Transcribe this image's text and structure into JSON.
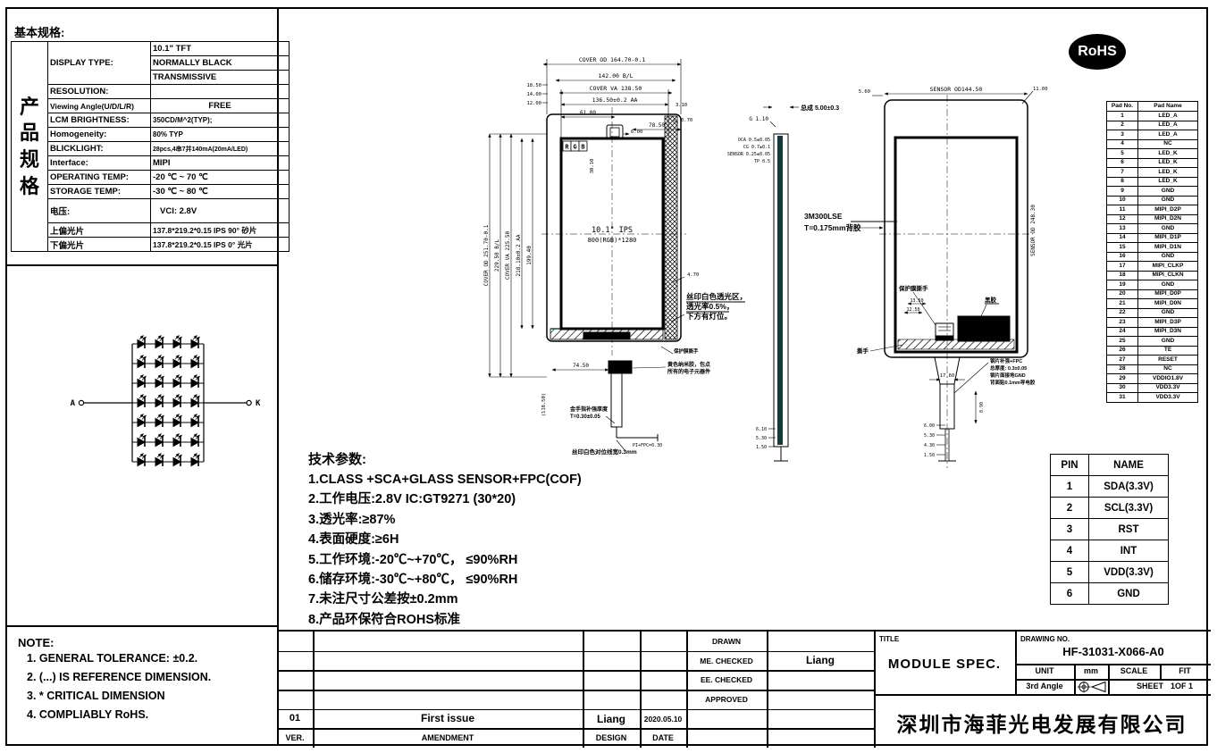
{
  "header": {
    "heading": "基本规格:"
  },
  "spec_table": {
    "side_label": [
      "产",
      "品",
      "规",
      "格"
    ],
    "rows": [
      {
        "label": "DISPLAY TYPE:",
        "value": "10.1\" TFT"
      },
      {
        "label": "",
        "value": "NORMALLY BLACK"
      },
      {
        "label": "",
        "value": "TRANSMISSIVE"
      },
      {
        "label": "RESOLUTION:",
        "value": ""
      },
      {
        "label": "Viewing Angle(U/D/L/R)",
        "value": "FREE"
      },
      {
        "label": "LCM BRIGHTNESS:",
        "value": "350CD/M^2(TYP);"
      },
      {
        "label": "Homogeneity:",
        "value": "80% TYP"
      },
      {
        "label": "BLICKLIGHT:",
        "value": "28pcs,4串7并140mA(20mA/LED)"
      },
      {
        "label": "Interface:",
        "value": "MIPI"
      },
      {
        "label": "OPERATING TEMP:",
        "value": "-20 ℃ ~ 70 ℃"
      },
      {
        "label": "STORAGE TEMP:",
        "value": "-30 ℃ ~ 80 ℃"
      },
      {
        "label": "电压:",
        "value": "VCI: 2.8V"
      },
      {
        "label": "上偏光片",
        "value": "137.8*219.2*0.15 IPS 90° 砂片"
      },
      {
        "label": "下偏光片",
        "value": "137.8*219.2*0.15 IPS 0° 光片"
      }
    ]
  },
  "led_diagram": {
    "anode": "A",
    "cathode": "K"
  },
  "notes": {
    "title": "NOTE:",
    "items": [
      "1. GENERAL TOLERANCE: ±0.2.",
      "2. (...) IS REFERENCE DIMENSION.",
      "3. * CRITICAL DIMENSION",
      "4. COMPLIABLY RoHS."
    ]
  },
  "tech_params": {
    "title": "技术参数:",
    "items": [
      "1.CLASS +SCA+GLASS SENSOR+FPC(COF)",
      "2.工作电压:2.8V  IC:GT9271 (30*20)",
      "3.透光率:≥87%",
      "4.表面硬度:≥6H",
      "5.工作环境:-20℃~+70℃， ≤90%RH",
      "6.储存环境:-30℃~+80℃， ≤90%RH",
      "7.未注尺寸公差按±0.2mm",
      "8.产品环保符合ROHS标准"
    ]
  },
  "rohs_logo": "RoHS",
  "front_view": {
    "dim_cover_od": "COVER OD 164.70-0.1",
    "dim_bl": "142.00 B/L",
    "dim_cover_va": "COVER VA 138.50",
    "dim_aa": "136.50±0.2 AA",
    "dim_aa_right": "3.10",
    "dim_61": "61.00",
    "dim_785": "78.50",
    "dim_notch": "6.00",
    "dim_l1": "18.50",
    "dim_l2": "14.00",
    "dim_l3": "12.00",
    "dim_hatch": "0.70",
    "dim_hatch2": "4.70",
    "vdim_cover_od": "COVER OD 251.70-0.1",
    "vdim_bl": "229.50 B/L",
    "vdim_cover_va": "COVER VA 225.50",
    "vdim_aa": "218.10±0.2 AA",
    "vdim_inner": "199.40",
    "vdim_notch": "30.10",
    "vdim_tail": "(118.50)",
    "dim_tail_x": "74.50",
    "dim_fpc": "PI+FPC=0.30",
    "rgb": [
      "R",
      "G",
      "B"
    ],
    "panel_line1": "10.1\" IPS",
    "panel_line2": "800(RGB)*1280",
    "ann_translucent_1": "丝印白色透光区，",
    "ann_translucent_2": "透光率0.5%，",
    "ann_translucent_3": "下方有灯位。",
    "ann_nano_1": "黄色纳米胶，包点",
    "ann_nano_2": "所有的电子元器件",
    "ann_gf_1": "金手指补强厚度",
    "ann_gf_2": "T=0.30±0.05",
    "ann_align": "丝印白色对位线宽0.3mm",
    "ann_tab": "保护膜撕手"
  },
  "side_view": {
    "ann_total": "总成 5.00±0.3",
    "ann_glass": "G 1.10",
    "stack_1": "OCA 0.5±0.05",
    "stack_2": "CG 0.7±0.1",
    "stack_3": "SENSOR 0.25±0.05",
    "stack_4": "TP 0.5",
    "bd_1": "6.10",
    "bd_2": "5.30",
    "bd_3": "1.50"
  },
  "back_view": {
    "dim_left": "5.60",
    "dim_sensor_od": "SENSOR OD144.50",
    "dim_right": "11.00",
    "vdim_right": "SENSOR OD 248.30",
    "ann_3m_1": "3M300LSE",
    "ann_3m_2": "T=0.175mm背胶",
    "ann_tab": "保护膜撕手",
    "ann_black": "黑胶",
    "ann_tear": "撕手",
    "dim_tab1": "13.50",
    "dim_tab2": "12.50",
    "dim_fpc_w": "17.60",
    "vdim_tail": "8.90",
    "steel_1": "钢片补强+FPC",
    "steel_2": "总厚度: 0.3±0.05",
    "steel_3": "钢片面接地GND",
    "steel_4": "背面贴0.1mm导电胶",
    "bd_1": "6.00",
    "bd_2": "5.30",
    "bd_3": "4.30",
    "bd_4": "1.50"
  },
  "pad_table": {
    "headers": [
      "Pad No.",
      "Pad Name"
    ],
    "rows": [
      [
        "1",
        "LED_A"
      ],
      [
        "2",
        "LED_A"
      ],
      [
        "3",
        "LED_A"
      ],
      [
        "4",
        "NC"
      ],
      [
        "5",
        "LED_K"
      ],
      [
        "6",
        "LED_K"
      ],
      [
        "7",
        "LED_K"
      ],
      [
        "8",
        "LED_K"
      ],
      [
        "9",
        "GND"
      ],
      [
        "10",
        "GND"
      ],
      [
        "11",
        "MIPI_D2P"
      ],
      [
        "12",
        "MIPI_D2N"
      ],
      [
        "13",
        "GND"
      ],
      [
        "14",
        "MIPI_D1P"
      ],
      [
        "15",
        "MIPI_D1N"
      ],
      [
        "16",
        "GND"
      ],
      [
        "17",
        "MIPI_CLKP"
      ],
      [
        "18",
        "MIPI_CLKN"
      ],
      [
        "19",
        "GND"
      ],
      [
        "20",
        "MIPI_D0P"
      ],
      [
        "21",
        "MIPI_D0N"
      ],
      [
        "22",
        "GND"
      ],
      [
        "23",
        "MIPI_D3P"
      ],
      [
        "24",
        "MIPI_D3N"
      ],
      [
        "25",
        "GND"
      ],
      [
        "26",
        "TE"
      ],
      [
        "27",
        "RESET"
      ],
      [
        "28",
        "NC"
      ],
      [
        "29",
        "VDDIO1.8V"
      ],
      [
        "30",
        "VDD3.3V"
      ],
      [
        "31",
        "VDD3.3V"
      ]
    ]
  },
  "pin_table": {
    "headers": [
      "PIN",
      "NAME"
    ],
    "rows": [
      [
        "1",
        "SDA(3.3V)"
      ],
      [
        "2",
        "SCL(3.3V)"
      ],
      [
        "3",
        "RST"
      ],
      [
        "4",
        "INT"
      ],
      [
        "5",
        "VDD(3.3V)"
      ],
      [
        "6",
        "GND"
      ]
    ]
  },
  "revision_table": {
    "rev": "01",
    "amendment": "First issue",
    "designer": "Liang",
    "date": "2020.05.10",
    "footer": [
      "VER.",
      "AMENDMENT",
      "DESIGN",
      "DATE"
    ]
  },
  "approvals": {
    "labels": [
      "DRAWN",
      "ME. CHECKED",
      "EE. CHECKED",
      "APPROVED"
    ],
    "me_checked_value": "Liang"
  },
  "title_block": {
    "title_label": "TITLE",
    "title": "MODULE SPEC.",
    "drawing_no_label": "DRAWING NO.",
    "drawing_no": "HF-31031-X066-A0",
    "unit_label": "UNIT",
    "unit": "mm",
    "scale_label": "SCALE",
    "scale": "FIT",
    "angle_label": "3rd Angle",
    "sheet_label": "SHEET",
    "sheet": "1OF 1",
    "company": "深圳市海菲光电发展有限公司"
  }
}
